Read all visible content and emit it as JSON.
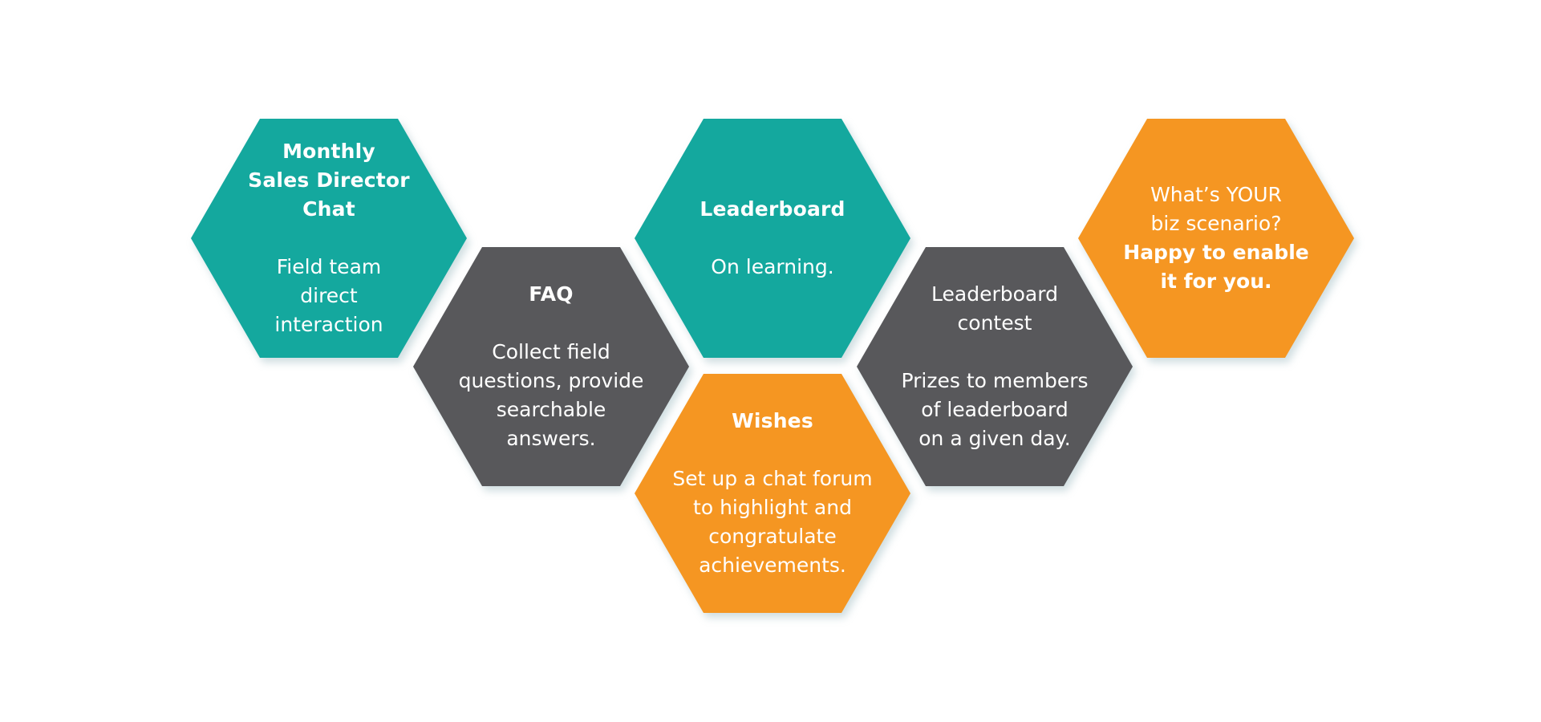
{
  "colors": {
    "teal": "#14a89e",
    "gray": "#58585b",
    "orange": "#f59622"
  },
  "hexagons": [
    {
      "id": "monthly-chat",
      "color": "teal",
      "title_lines": [
        "Monthly",
        "Sales Director",
        "Chat"
      ],
      "body_lines": [
        "Field team",
        "direct",
        "interaction"
      ]
    },
    {
      "id": "faq",
      "color": "gray",
      "title_lines": [
        "FAQ"
      ],
      "body_lines": [
        "Collect field",
        "questions, provide",
        "searchable",
        "answers."
      ]
    },
    {
      "id": "leaderboard",
      "color": "teal",
      "title_lines": [
        "Leaderboard"
      ],
      "body_lines": [
        "On learning."
      ]
    },
    {
      "id": "wishes",
      "color": "orange",
      "title_lines": [
        "Wishes"
      ],
      "body_lines": [
        "Set up a chat forum",
        "to highlight and",
        "congratulate",
        "achievements."
      ]
    },
    {
      "id": "leaderboard-contest",
      "color": "gray",
      "title_lines": [],
      "body_lines": [
        "Leaderboard",
        "contest",
        "",
        "Prizes to members",
        "of leaderboard",
        "on a given day."
      ]
    },
    {
      "id": "biz-scenario",
      "color": "orange",
      "title_lines": [],
      "body_lines": [
        "What’s YOUR",
        "biz scenario?"
      ],
      "bold_lines": [
        "Happy to enable",
        "it for you."
      ]
    }
  ]
}
